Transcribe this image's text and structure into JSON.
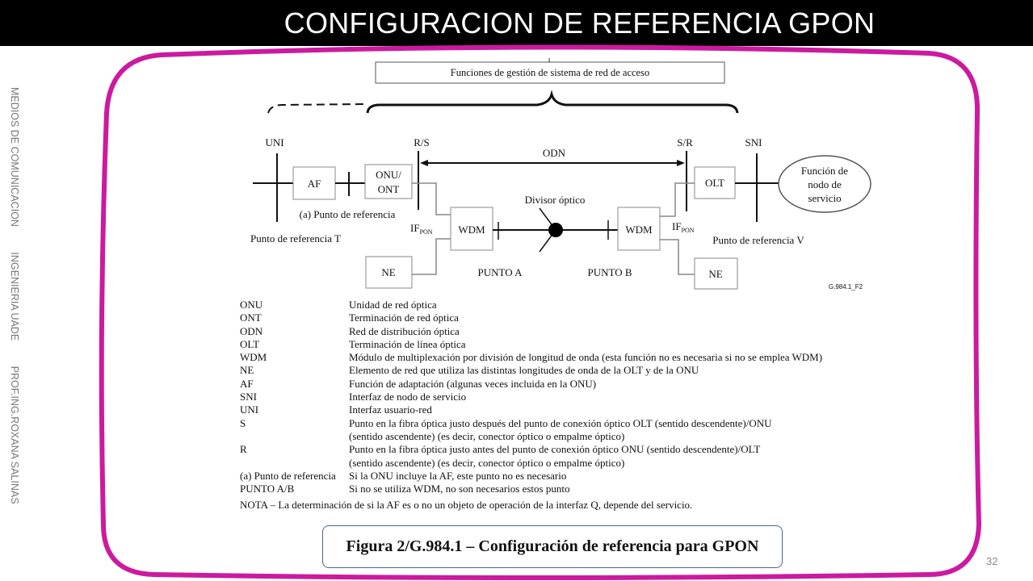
{
  "slide": {
    "title": "CONFIGURACION DE REFERENCIA GPON",
    "side_labels": [
      "MEDIOS DE COMUNICACION",
      "INGENIERIA  UADE",
      "PROF.ING.ROXANA SALINAS"
    ],
    "page_number": "32",
    "frame_color": "#cc1a9e"
  },
  "diagram": {
    "management_box": "Funciones de gestión de sistema de red de acceso",
    "uni": "UNI",
    "rs": "R/S",
    "sr": "S/R",
    "sni": "SNI",
    "odn": "ODN",
    "af": "AF",
    "onu_ont_1": "ONU/",
    "onu_ont_2": "ONT",
    "olt": "OLT",
    "wdm_left": "WDM",
    "wdm_right": "WDM",
    "ne_left": "NE",
    "ne_right": "NE",
    "splitter": "Divisor óptico",
    "ifpon": "IF",
    "ifpon_sub": "PON",
    "ref_a": "(a) Punto de referencia",
    "ref_t": "Punto de referencia T",
    "ref_v": "Punto de referencia V",
    "punto_a": "PUNTO A",
    "punto_b": "PUNTO B",
    "service_node_1": "Función de",
    "service_node_2": "nodo de",
    "service_node_3": "servicio",
    "figure_id": "G.984.1_F2"
  },
  "legend": [
    {
      "term": "ONU",
      "desc": [
        "Unidad de red óptica"
      ]
    },
    {
      "term": "ONT",
      "desc": [
        "Terminación de red óptica"
      ]
    },
    {
      "term": "ODN",
      "desc": [
        "Red de distribución óptica"
      ]
    },
    {
      "term": "OLT",
      "desc": [
        "Terminación de línea óptica"
      ]
    },
    {
      "term": "WDM",
      "desc": [
        "Módulo de multiplexación por división de longitud de onda (esta función no es necesaria si no se emplea WDM)"
      ]
    },
    {
      "term": "NE",
      "desc": [
        "Elemento de red que utiliza las distintas longitudes de onda de la OLT y de la ONU"
      ]
    },
    {
      "term": "AF",
      "desc": [
        "Función de adaptación (algunas veces incluida en la ONU)"
      ]
    },
    {
      "term": "SNI",
      "desc": [
        "Interfaz de nodo de servicio"
      ]
    },
    {
      "term": "UNI",
      "desc": [
        "Interfaz usuario-red"
      ]
    },
    {
      "term": "S",
      "desc": [
        "Punto en la fibra óptica justo después del punto de conexión óptico OLT (sentido descendente)/ONU",
        "(sentido ascendente) (es decir, conector óptico o empalme óptico)"
      ]
    },
    {
      "term": "R",
      "desc": [
        "Punto en la fibra óptica justo antes del punto de conexión óptico ONU (sentido descendente)/OLT",
        "(sentido ascendente) (es decir, conector óptico o empalme óptico)"
      ]
    },
    {
      "term": "(a) Punto de referencia",
      "desc": [
        "Si la ONU incluye la AF, este punto no es necesario"
      ]
    },
    {
      "term": "PUNTO A/B",
      "desc": [
        "Si no se utiliza WDM, no son necesarios estos punto"
      ]
    }
  ],
  "note": "NOTA – La determinación de si la AF es o no un objeto de operación de la interfaz Q, depende del servicio.",
  "caption": "Figura 2/G.984.1 – Configuración de referencia para GPON"
}
